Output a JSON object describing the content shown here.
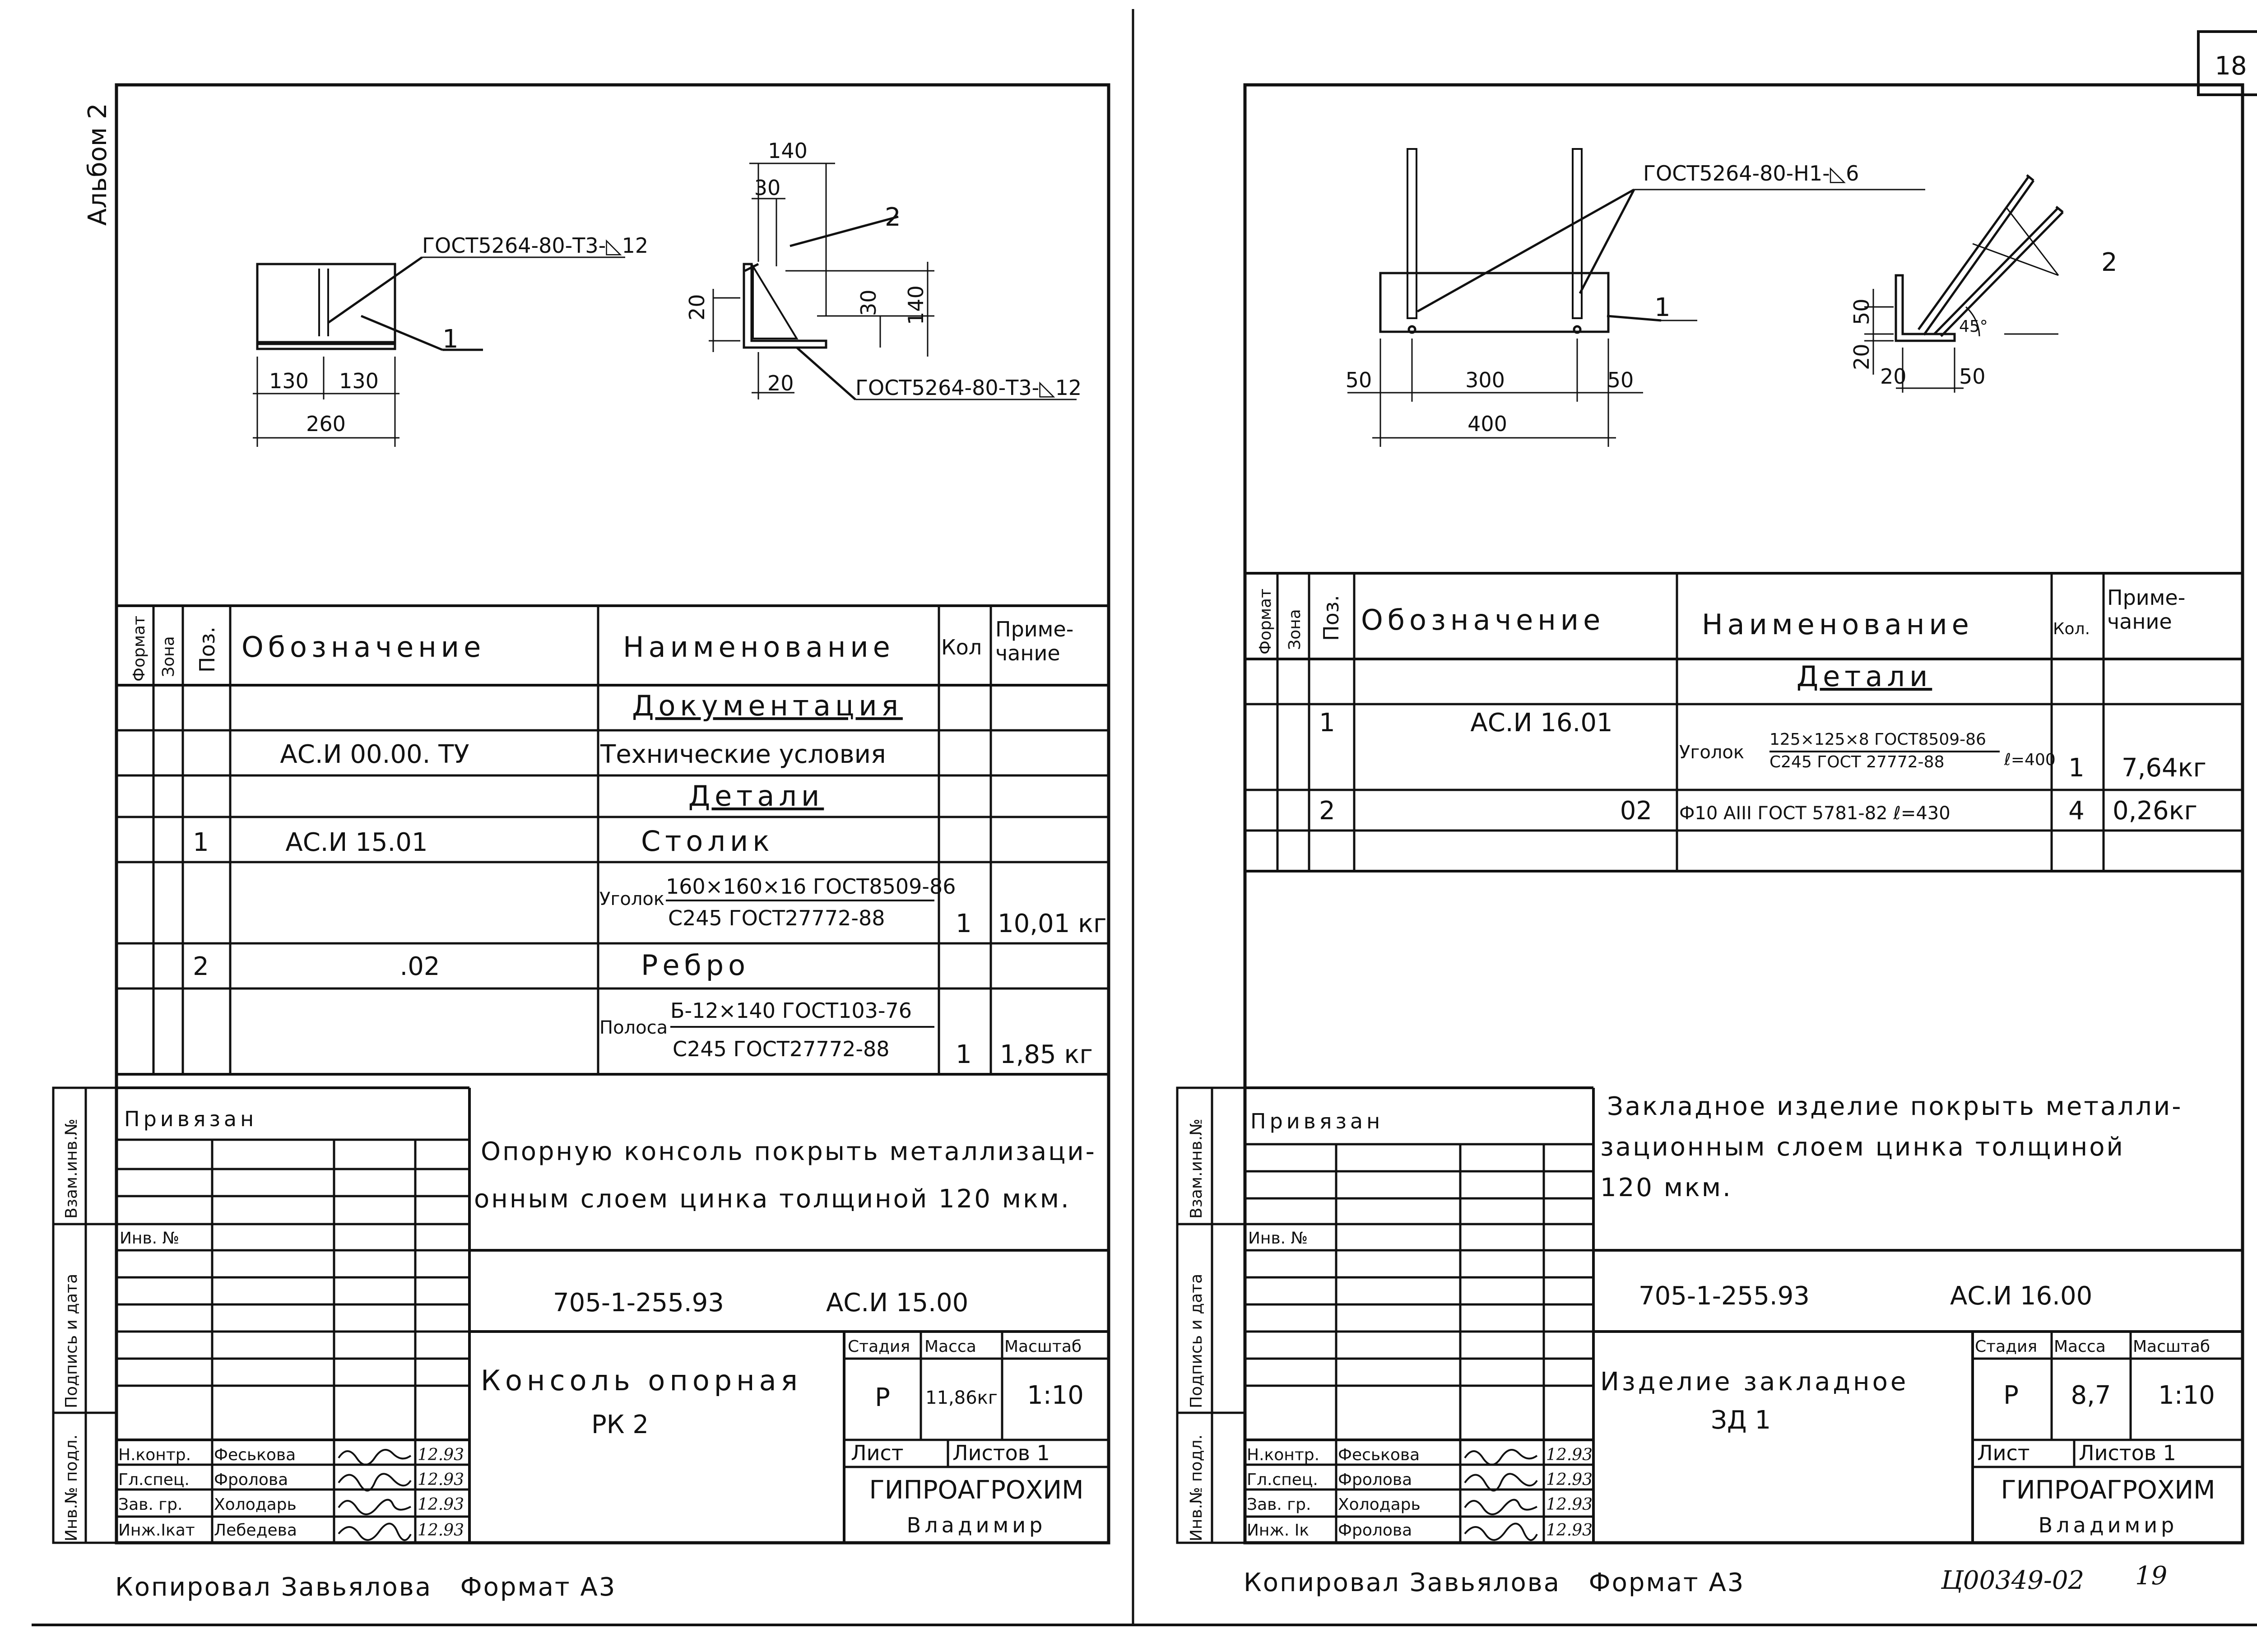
{
  "page_number": "18",
  "side_label": "Альбом 2",
  "left": {
    "fig1": {
      "weld": "ГОСТ5264-80-Т3-◺12",
      "dim_a": "130",
      "dim_b": "130",
      "dim_total": "260",
      "pos": "1"
    },
    "fig2": {
      "dim_top": "140",
      "dim_30a": "30",
      "dim_20a": "20",
      "dim_30b": "30",
      "dim_140b": "140",
      "dim_20b": "20",
      "pos": "2",
      "weld": "ГОСТ5264-80-Т3-◺12"
    },
    "spec": {
      "headers": {
        "format": "Формат",
        "zone": "Зона",
        "pos": "Поз.",
        "designation": "Обозначение",
        "name": "Наименование",
        "qty": "Кол",
        "note": "Приме-\nчание"
      },
      "rows": [
        {
          "pos": "",
          "des": "",
          "name": "Документация",
          "qty": "",
          "note": ""
        },
        {
          "pos": "",
          "des": "АС.И 00.00. ТУ",
          "name": "Технические условия",
          "qty": "",
          "note": ""
        },
        {
          "pos": "",
          "des": "",
          "name": "Детали",
          "qty": "",
          "note": ""
        },
        {
          "pos": "1",
          "des": "АС.И 15.01",
          "name": "Столик",
          "qty": "",
          "note": ""
        },
        {
          "pos": "",
          "des": "",
          "name_prefix": "Уголок",
          "name_top": "160×160×16 ГОСТ8509-86",
          "name_bottom": "С245 ГОСТ27772-88",
          "qty": "1",
          "note": "10,01 кг"
        },
        {
          "pos": "2",
          "des": ".02",
          "name": "Ребро",
          "qty": "",
          "note": ""
        },
        {
          "pos": "",
          "des": "",
          "name_prefix": "Полоса",
          "name_top": "Б-12×140 ГОСТ103-76",
          "name_bottom": "С245 ГОСТ27772-88",
          "qty": "1",
          "note": "1,85 кг"
        }
      ]
    },
    "stamp": {
      "privyazan": "Привязан",
      "inv_no": "Инв. №",
      "side_labels": [
        "Инв.№ подл.",
        "Подпись и дата",
        "Взам.инв.№"
      ],
      "note": [
        "Опорную консоль покрыть металлизаци-",
        "онным слоем цинка толщиной 120 мкм."
      ],
      "code": "705-1-255.93",
      "doc": "АС.И 15.00",
      "title": [
        "Консоль опорная",
        "РК 2"
      ],
      "stage_h": "Стадия",
      "mass_h": "Масса",
      "scale_h": "Масштаб",
      "stage": "Р",
      "mass": "11,86кг",
      "scale": "1:10",
      "sheet": "Лист",
      "sheets": "Листов 1",
      "org": "ГИПРОАГРОХИМ",
      "city": "Владимир",
      "people": [
        {
          "role": "Н.контр.",
          "name": "Феськова",
          "date": "12.93"
        },
        {
          "role": "Гл.спец.",
          "name": "Фролова",
          "date": "12.93"
        },
        {
          "role": "Зав. гр.",
          "name": "Холодарь",
          "date": "12.93"
        },
        {
          "role": "Инж.Iкат",
          "name": "Лебедева",
          "date": "12.93"
        }
      ]
    },
    "footer": "Копировал Завьялова   Формат А3"
  },
  "right": {
    "fig1": {
      "weld": "ГОСТ5264-80-Н1-◺6",
      "pos": "1",
      "dim_50a": "50",
      "dim_300": "300",
      "dim_50b": "50",
      "dim_400": "400"
    },
    "fig2": {
      "pos": "2",
      "angle": "45°",
      "dim_50": "50",
      "dim_20": "20",
      "dim_20b": "20",
      "dim_50b": "50"
    },
    "spec": {
      "headers": {
        "format": "Формат",
        "zone": "Зона",
        "pos": "Поз.",
        "designation": "Обозначение",
        "name": "Наименование",
        "qty": "Кол.",
        "note": "Приме-\nчание"
      },
      "rows": [
        {
          "pos": "",
          "des": "",
          "name": "Детали",
          "qty": "",
          "note": ""
        },
        {
          "pos": "1",
          "des": "АС.И 16.01",
          "name_prefix": "Уголок",
          "name_top": "125×125×8 ГОСТ8509-86",
          "name_bottom": "С245 ГОСТ 27772-88",
          "name_suffix": "ℓ=400",
          "qty": "1",
          "note": "7,64кг"
        },
        {
          "pos": "2",
          "des": "02",
          "name": "Ф10 АIII ГОСТ 5781-82 ℓ=430",
          "qty": "4",
          "note": "0,26кг"
        }
      ]
    },
    "stamp": {
      "privyazan": "Привязан",
      "inv_no": "Инв. №",
      "side_labels": [
        "Инв.№ подл.",
        "Подпись и дата",
        "Взам.инв.№"
      ],
      "note": [
        "Закладное изделие покрыть металли-",
        "зационным слоем цинка толщиной",
        "120 мкм."
      ],
      "code": "705-1-255.93",
      "doc": "АС.И 16.00",
      "title": [
        "Изделие закладное",
        "ЗД 1"
      ],
      "stage_h": "Стадия",
      "mass_h": "Масса",
      "scale_h": "Масштаб",
      "stage": "Р",
      "mass": "8,7",
      "scale": "1:10",
      "sheet": "Лист",
      "sheets": "Листов 1",
      "org": "ГИПРОАГРОХИМ",
      "city": "Владимир",
      "people": [
        {
          "role": "Н.контр.",
          "name": "Феськова",
          "date": "12.93"
        },
        {
          "role": "Гл.спец.",
          "name": "Фролова",
          "date": "12.93"
        },
        {
          "role": "Зав. гр.",
          "name": "Холодарь",
          "date": "12.93"
        },
        {
          "role": "Инж. Iк",
          "name": "Фролова",
          "date": "12.93"
        }
      ]
    },
    "footer": "Копировал Завьялова   Формат А3",
    "archive_no": "Ц00349-02",
    "archive_page": "19"
  }
}
